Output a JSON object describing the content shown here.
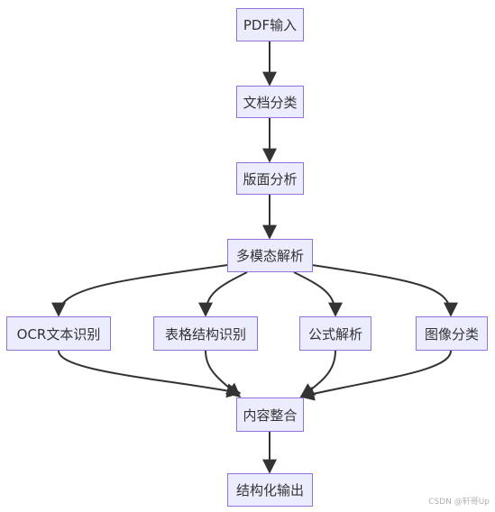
{
  "diagram": {
    "nodes": [
      {
        "id": "pdf_input",
        "label": "PDF输入"
      },
      {
        "id": "doc_classify",
        "label": "文档分类"
      },
      {
        "id": "layout_analysis",
        "label": "版面分析"
      },
      {
        "id": "multimodal_parse",
        "label": "多模态解析"
      },
      {
        "id": "ocr",
        "label": "OCR文本识别"
      },
      {
        "id": "table_recog",
        "label": "表格结构识别"
      },
      {
        "id": "formula_parse",
        "label": "公式解析"
      },
      {
        "id": "image_classify",
        "label": "图像分类"
      },
      {
        "id": "content_merge",
        "label": "内容整合"
      },
      {
        "id": "structured_output",
        "label": "结构化输出"
      }
    ],
    "edges": [
      {
        "from": "pdf_input",
        "to": "doc_classify"
      },
      {
        "from": "doc_classify",
        "to": "layout_analysis"
      },
      {
        "from": "layout_analysis",
        "to": "multimodal_parse"
      },
      {
        "from": "multimodal_parse",
        "to": "ocr"
      },
      {
        "from": "multimodal_parse",
        "to": "table_recog"
      },
      {
        "from": "multimodal_parse",
        "to": "formula_parse"
      },
      {
        "from": "multimodal_parse",
        "to": "image_classify"
      },
      {
        "from": "ocr",
        "to": "content_merge"
      },
      {
        "from": "table_recog",
        "to": "content_merge"
      },
      {
        "from": "formula_parse",
        "to": "content_merge"
      },
      {
        "from": "image_classify",
        "to": "content_merge"
      },
      {
        "from": "content_merge",
        "to": "structured_output"
      }
    ]
  },
  "colors": {
    "node_fill": "#ECECFF",
    "node_border": "#9370DB",
    "edge": "#333333",
    "text": "#333333"
  },
  "watermark": "CSDN @轩哥Up"
}
